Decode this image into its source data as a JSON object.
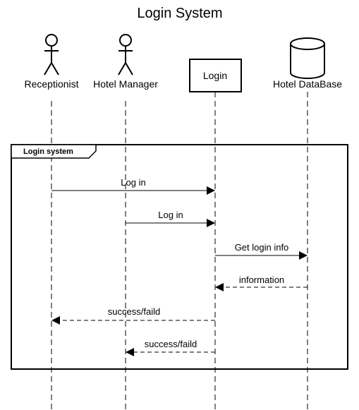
{
  "title": "Login System",
  "participants": [
    {
      "id": "receptionist",
      "label": "Receptionist",
      "kind": "actor"
    },
    {
      "id": "manager",
      "label": "Hotel Manager",
      "kind": "actor"
    },
    {
      "id": "login",
      "label": "Login",
      "kind": "box"
    },
    {
      "id": "db",
      "label": "Hotel DataBase",
      "kind": "database"
    }
  ],
  "frame": {
    "label": "Login system"
  },
  "messages": [
    {
      "label": "Log in",
      "from": "receptionist",
      "to": "login",
      "style": "solid"
    },
    {
      "label": "Log in",
      "from": "manager",
      "to": "login",
      "style": "solid"
    },
    {
      "label": "Get login info",
      "from": "login",
      "to": "db",
      "style": "solid"
    },
    {
      "label": "information",
      "from": "db",
      "to": "login",
      "style": "dashed"
    },
    {
      "label": "success/faild",
      "from": "login",
      "to": "receptionist",
      "style": "dashed"
    },
    {
      "label": "success/faild",
      "from": "login",
      "to": "manager",
      "style": "dashed"
    }
  ]
}
